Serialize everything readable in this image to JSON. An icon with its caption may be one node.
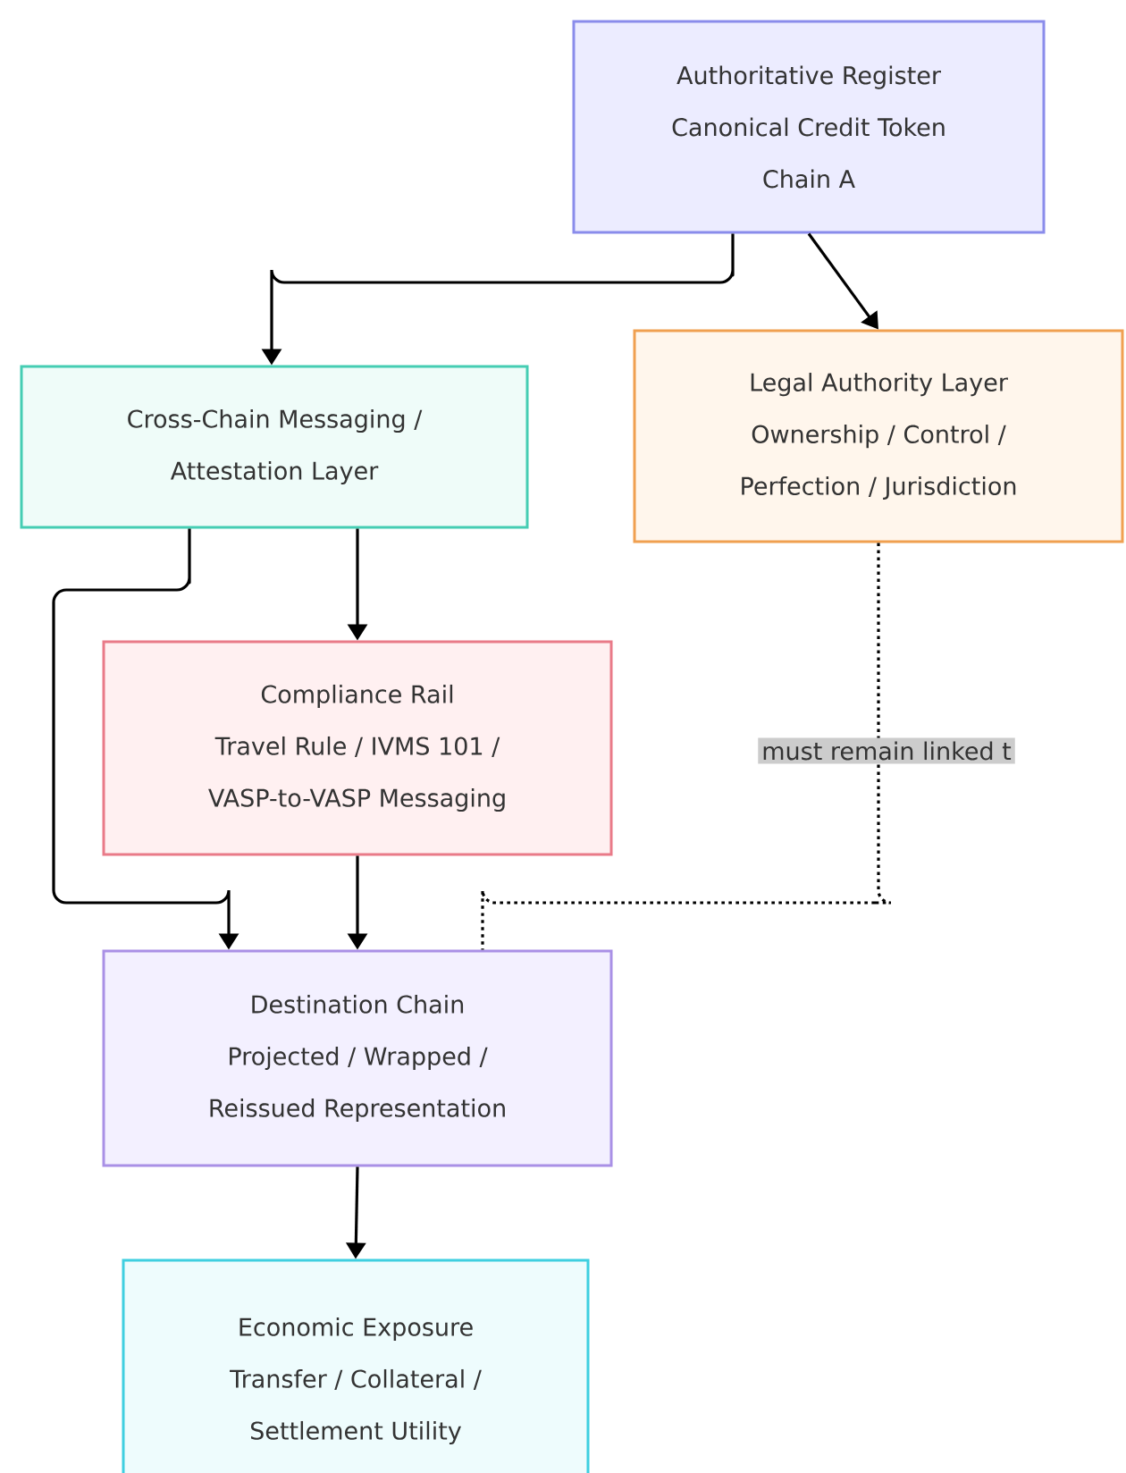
{
  "diagram": {
    "nodes": [
      {
        "text": [
          "Authoritative Register",
          "Canonical Credit Token",
          "Chain A"
        ]
      },
      {
        "text": [
          "Cross-Chain Messaging /",
          "Attestation Layer"
        ]
      },
      {
        "text": [
          "Legal Authority Layer",
          "Ownership / Control /",
          "Perfection / Jurisdiction"
        ]
      },
      {
        "text": [
          "Compliance Rail",
          "Travel Rule / IVMS 101 /",
          "VASP-to-VASP Messaging"
        ]
      },
      {
        "text": [
          "Destination Chain",
          "Projected / Wrapped /",
          "Reissued Representation"
        ]
      },
      {
        "text": [
          "Economic Exposure",
          "Transfer / Collateral /",
          "Settlement Utility"
        ]
      }
    ],
    "edges": [
      {
        "from": 0,
        "to": 1,
        "arrow": "to"
      },
      {
        "from": 0,
        "to": 2,
        "arrow": "to"
      },
      {
        "from": 1,
        "to": 4,
        "arrow": "to"
      },
      {
        "from": 1,
        "to": 3,
        "arrow": "to"
      },
      {
        "from": 3,
        "to": 4,
        "arrow": "to"
      },
      {
        "from": 2,
        "to": 4,
        "arrow": "none",
        "style": "dashed",
        "label": "must remain linked t"
      },
      {
        "from": 4,
        "to": 5,
        "arrow": "to"
      }
    ]
  }
}
